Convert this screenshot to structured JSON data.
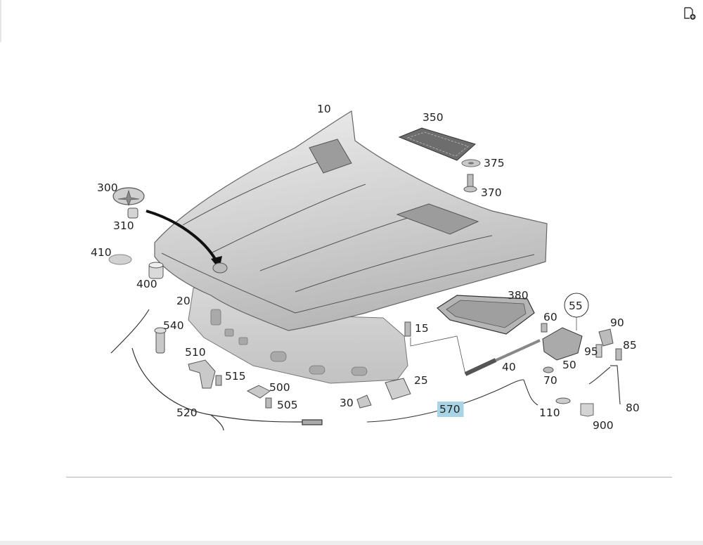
{
  "toolbar": {
    "export_icon": "document-add-icon"
  },
  "diagram": {
    "highlighted_part": "570",
    "callouts": [
      {
        "id": "10",
        "label": "10"
      },
      {
        "id": "350",
        "label": "350"
      },
      {
        "id": "375",
        "label": "375"
      },
      {
        "id": "370",
        "label": "370"
      },
      {
        "id": "300",
        "label": "300"
      },
      {
        "id": "310",
        "label": "310"
      },
      {
        "id": "410",
        "label": "410"
      },
      {
        "id": "400",
        "label": "400"
      },
      {
        "id": "20",
        "label": "20"
      },
      {
        "id": "540",
        "label": "540"
      },
      {
        "id": "510",
        "label": "510"
      },
      {
        "id": "515",
        "label": "515"
      },
      {
        "id": "500",
        "label": "500"
      },
      {
        "id": "505",
        "label": "505"
      },
      {
        "id": "520",
        "label": "520"
      },
      {
        "id": "30",
        "label": "30"
      },
      {
        "id": "25",
        "label": "25"
      },
      {
        "id": "570",
        "label": "570"
      },
      {
        "id": "15",
        "label": "15"
      },
      {
        "id": "380",
        "label": "380"
      },
      {
        "id": "40",
        "label": "40"
      },
      {
        "id": "60",
        "label": "60"
      },
      {
        "id": "55",
        "label": "55"
      },
      {
        "id": "90",
        "label": "90"
      },
      {
        "id": "95",
        "label": "95"
      },
      {
        "id": "85",
        "label": "85"
      },
      {
        "id": "50",
        "label": "50"
      },
      {
        "id": "70",
        "label": "70"
      },
      {
        "id": "110",
        "label": "110"
      },
      {
        "id": "80",
        "label": "80"
      },
      {
        "id": "900",
        "label": "900"
      }
    ]
  }
}
